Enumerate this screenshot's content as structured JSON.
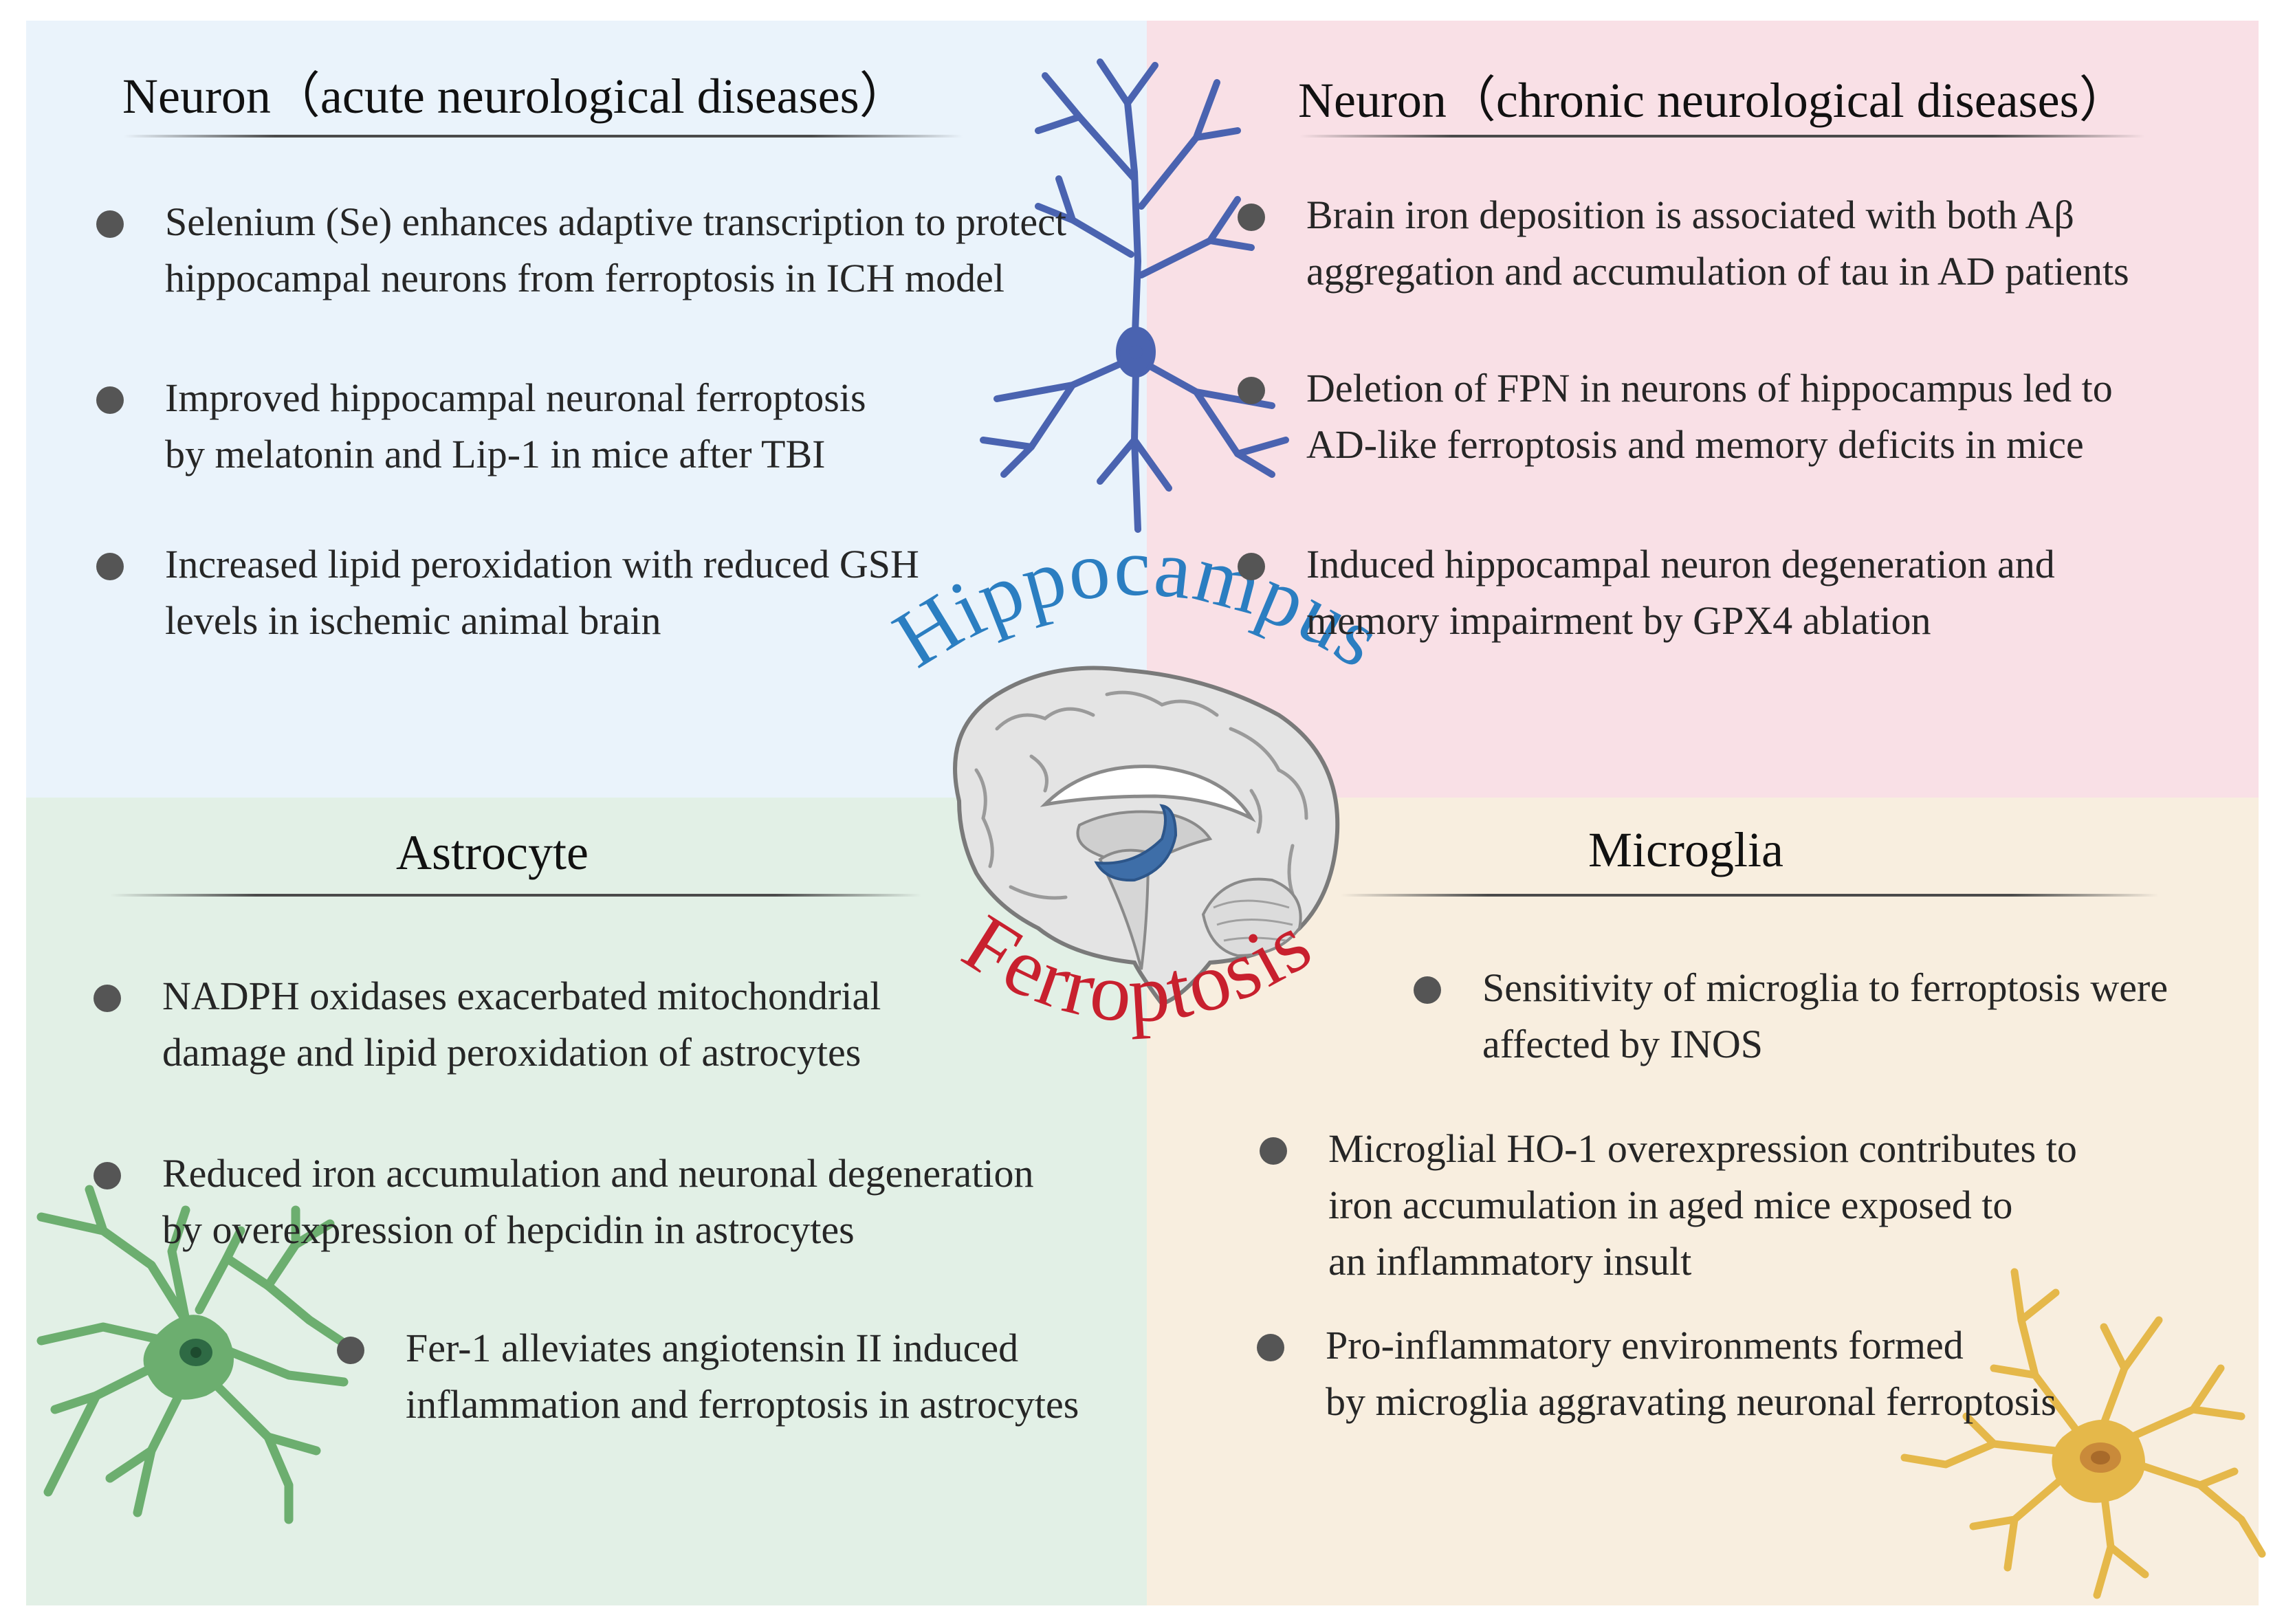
{
  "colors": {
    "acute_bg": "#eaf3fb",
    "chronic_bg": "#f9e0e6",
    "astrocyte_bg": "#e2f0e6",
    "microglia_bg": "#f8eedf",
    "hippocampus_text": "#2b7ec1",
    "ferroptosis_text": "#c8202e",
    "neuron_icon": "#4a63b0",
    "astrocyte_icon": "#6cae6f",
    "microglia_icon": "#e5b84a",
    "hippocampus_region": "#3e6ea8"
  },
  "center": {
    "hippocampus": "Hippocampus",
    "ferroptosis": "Ferroptosis",
    "brain_icon": "brain-sagittal-icon"
  },
  "panels": {
    "acute": {
      "heading": "Neuron（acute neurological diseases）",
      "icon": "neuron-icon",
      "bullets": [
        {
          "lines": [
            "Selenium (Se) enhances adaptive transcription to protect",
            "hippocampal neurons from ferroptosis in ICH model"
          ]
        },
        {
          "lines": [
            "Improved hippocampal neuronal ferroptosis",
            "by melatonin and Lip-1 in mice after TBI"
          ]
        },
        {
          "lines": [
            "Increased lipid peroxidation with reduced GSH",
            "levels in ischemic animal brain"
          ]
        }
      ]
    },
    "chronic": {
      "heading": "Neuron（chronic neurological diseases）",
      "bullets": [
        {
          "lines": [
            "Brain iron deposition is associated with both Aβ",
            "aggregation and accumulation of tau in AD patients"
          ]
        },
        {
          "lines": [
            "Deletion of FPN in neurons of hippocampus led to",
            "AD-like ferroptosis and memory deficits in mice"
          ]
        },
        {
          "lines": [
            "Induced hippocampal neuron degeneration and",
            "memory impairment by GPX4 ablation"
          ]
        }
      ]
    },
    "astrocyte": {
      "heading": "Astrocyte",
      "icon": "astrocyte-icon",
      "bullets": [
        {
          "lines": [
            "NADPH oxidases exacerbated mitochondrial",
            "damage and lipid peroxidation of astrocytes"
          ]
        },
        {
          "lines": [
            "Reduced iron accumulation and neuronal degeneration",
            "by overexpression of hepcidin in astrocytes"
          ]
        },
        {
          "lines": [
            "Fer-1 alleviates angiotensin II induced",
            "inflammation and ferroptosis in astrocytes"
          ]
        }
      ]
    },
    "microglia": {
      "heading": "Microglia",
      "icon": "microglia-icon",
      "bullets": [
        {
          "lines": [
            "Sensitivity of microglia to ferroptosis were",
            "affected by INOS"
          ]
        },
        {
          "lines": [
            "Microglial HO-1 overexpression contributes to",
            "iron accumulation in aged mice exposed to",
            "an inflammatory insult"
          ]
        },
        {
          "lines": [
            "Pro-inflammatory environments formed",
            "by microglia aggravating neuronal ferroptosis"
          ]
        }
      ]
    }
  }
}
